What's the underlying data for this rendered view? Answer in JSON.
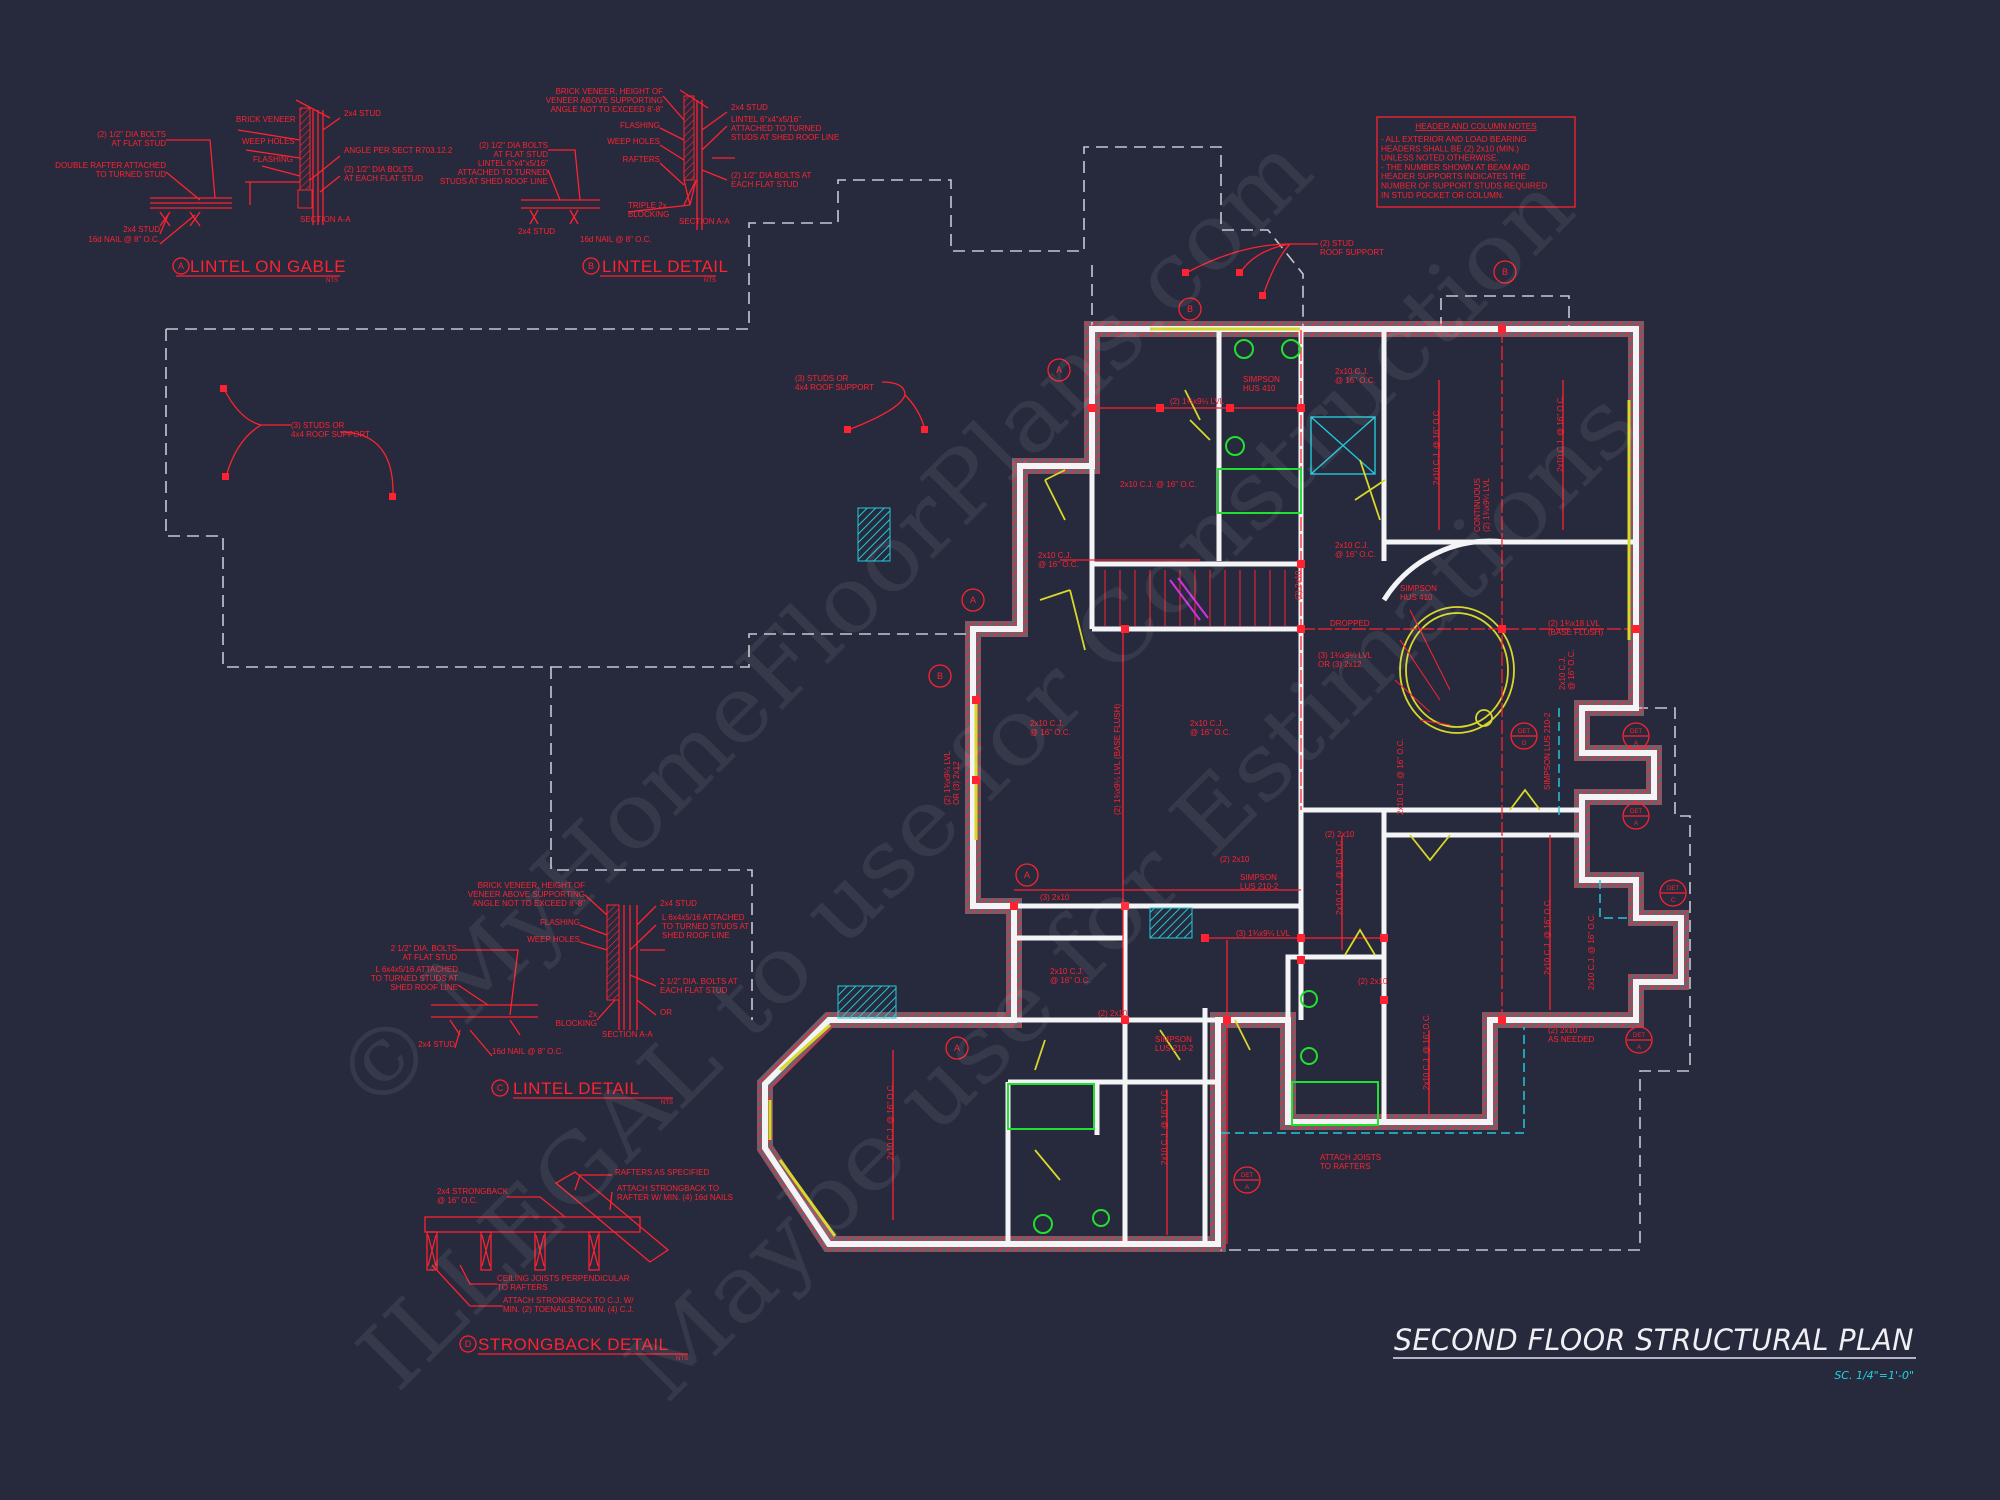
{
  "drawing": {
    "title": "SECOND FLOOR STRUCTURAL PLAN",
    "scale": "SC. 1/4\"=1'-0\""
  },
  "colors": {
    "background": "#262a3c",
    "annotation": "#ff2230",
    "wall": "#f4f4f6",
    "fixture": "#22e030",
    "door": "#d8d82a",
    "roof_outline": "#c8c8d2",
    "accent_cyan": "#22c8d8"
  },
  "header_notes": {
    "title": "HEADER AND COLUMN NOTES",
    "lines": [
      "- ALL EXTERIOR AND LOAD BEARING",
      "HEADERS SHALL BE (2) 2x10 (MIN.)",
      "UNLESS NOTED OTHERWISE.",
      "- THE NUMBER SHOWN AT BEAM AND",
      "HEADER SUPPORTS INDICATES THE",
      "NUMBER OF SUPPORT STUDS REQUIRED",
      "IN STUD POCKET OR COLUMN."
    ]
  },
  "details": [
    {
      "letter": "A",
      "title": "LINTEL ON GABLE",
      "scale": "NTS",
      "notes": [
        [
          "BRICK VENEER"
        ],
        [
          "WEEP HOLES"
        ],
        [
          "FLASHING"
        ],
        [
          "(2) 1/2\" DIA BOLTS",
          "AT FLAT STUD"
        ],
        [
          "DOUBLE RAFTER ATTACHED",
          "TO TURNED STUD"
        ],
        [
          "2x4 STUD"
        ],
        [
          "ANGLE PER SECT R703.12.2"
        ],
        [
          "(2) 1/2\" DIA BOLTS",
          "AT EACH FLAT STUD"
        ],
        [
          "2x4 STUD"
        ],
        [
          "16d NAIL @ 8\" O.C."
        ],
        [
          "SECTION A-A"
        ]
      ]
    },
    {
      "letter": "B",
      "title": "LINTEL DETAIL",
      "scale": "NTS",
      "notes": [
        [
          "BRICK VENEER, HEIGHT OF",
          "VENEER ABOVE SUPPORTING",
          "ANGLE NOT TO EXCEED 8'-8\""
        ],
        [
          "FLASHING"
        ],
        [
          "WEEP HOLES"
        ],
        [
          "RAFTERS"
        ],
        [
          "(2) 1/2\" DIA BOLTS",
          "AT FLAT STUD"
        ],
        [
          "LINTEL 6\"x4\"x5/16\"",
          "ATTACHED TO TURNED",
          "STUDS AT SHED ROOF LINE"
        ],
        [
          "2x4 STUD"
        ],
        [
          "LINTEL 6\"x4\"x5/16\"",
          "ATTACHED TO TURNED",
          "STUDS AT SHED ROOF LINE"
        ],
        [
          "(2) 1/2\" DIA BOLTS AT",
          "EACH FLAT STUD"
        ],
        [
          "TRIPLE 2x",
          "BLOCKING"
        ],
        [
          "2x4 STUD"
        ],
        [
          "16d NAIL @ 8\" O.C."
        ],
        [
          "SECTION A-A"
        ]
      ]
    },
    {
      "letter": "C",
      "title": "LINTEL DETAIL",
      "scale": "NTS",
      "notes": [
        [
          "BRICK VENEER, HEIGHT OF",
          "VENEER ABOVE SUPPORTING",
          "ANGLE NOT TO EXCEED 8'-8\""
        ],
        [
          "FLASHING"
        ],
        [
          "WEEP HOLES"
        ],
        [
          "2 1/2\" DIA. BOLTS",
          "AT FLAT STUD"
        ],
        [
          "L 6x4x5/16 ATTACHED",
          "TO TURNED STUDS AT",
          "SHED ROOF LINE"
        ],
        [
          "2x4 STUD"
        ],
        [
          "L 6x4x5/16 ATTACHED",
          "TO TURNED STUDS AT",
          "SHED ROOF LINE"
        ],
        [
          "2 1/2\" DIA. BOLTS AT",
          "EACH FLAT STUD"
        ],
        [
          "OR"
        ],
        [
          "2x",
          "BLOCKING"
        ],
        [
          "SECTION A-A"
        ],
        [
          "2x4 STUD"
        ],
        [
          "16d NAIL @ 8\" O.C."
        ]
      ]
    },
    {
      "letter": "D",
      "title": "STRONGBACK DETAIL",
      "scale": "NTS",
      "notes": [
        [
          "2x4 STRONGBACK",
          "@ 16\" O.C."
        ],
        [
          "RAFTERS AS SPECIFIED"
        ],
        [
          "ATTACH STRONGBACK TO",
          "RAFTER W/ MIN. (4) 16d NAILS"
        ],
        [
          "CEILING JOISTS PERPENDICULAR",
          "TO RAFTERS"
        ],
        [
          "ATTACH STRONGBACK TO C.J. W/",
          "MIN. (2) TOENAILS TO MIN. (4) C.J."
        ]
      ]
    }
  ],
  "roof_supports": [
    [
      "(3) STUDS OR",
      "4x4 ROOF SUPPORT"
    ],
    [
      "(3) STUDS OR",
      "4x4 ROOF SUPPORT"
    ],
    [
      "(2) STUD",
      "ROOF SUPPORT"
    ]
  ],
  "section_markers": [
    "A",
    "B",
    "B",
    "A",
    "B",
    "A",
    "A"
  ],
  "detail_markers": [
    {
      "top": "DET",
      "letter": "D"
    },
    {
      "top": "DET",
      "letter": "A"
    },
    {
      "top": "DET",
      "letter": "A"
    },
    {
      "top": "DET",
      "letter": "C"
    },
    {
      "top": "DET",
      "letter": "A"
    },
    {
      "top": "DET",
      "letter": "A"
    }
  ],
  "plan_labels": [
    [
      "SIMPSON",
      "HUS 410"
    ],
    [
      "(2) 1¾x9¼ LVL"
    ],
    [
      "2x10 C.J.",
      "@ 16\" O.C."
    ],
    [
      "2x10 C.J. @ 16\" O.C."
    ],
    [
      "2x10 C.J.",
      "@ 16\" O.C."
    ],
    [
      "2x10 C.J.",
      "@ 16\" O.C."
    ],
    [
      "2x10 C.J. @ 16\" O.C."
    ],
    [
      "CONTINUOUS",
      "(2) 1¾x9¼ LVL"
    ],
    [
      "2x10 C.J. @ 16\" O.C."
    ],
    [
      "SIMPSON",
      "HUS 410"
    ],
    [
      "(2) 2x10"
    ],
    [
      "DROPPED"
    ],
    [
      "(2) 1¾x18 LVL",
      "(BASE FLUSH)"
    ],
    [
      "(3) 1¾x9¼ LVL",
      "OR (3) 2x12"
    ],
    [
      "2x10 C.J.",
      "@ 16\" O.C."
    ],
    [
      "2x10 C.J.",
      "@ 16\" O.C."
    ],
    [
      "2x10 C.J.",
      "@ 16\" O.C."
    ],
    [
      "(2) 1¾x9¼ LVL",
      "OR (3) 2x12"
    ],
    [
      "(2) 1¾x9¼ LVL (BASE FLUSH)"
    ],
    [
      "2x10 C.J. @ 16\" O.C."
    ],
    [
      "(2) 2x10"
    ],
    [
      "(2) 2x10"
    ],
    [
      "SIMPSON",
      "LUS 210-2"
    ],
    [
      "(3) 2x10"
    ],
    [
      "2x10 C.J.",
      "@ 16\" O.C."
    ],
    [
      "(3) 1¾x9¼ LVL"
    ],
    [
      "(2) 2x10"
    ],
    [
      "(2) 2x10"
    ],
    [
      "SIMPSON",
      "LUS 210-2"
    ],
    [
      "(2) 2x10",
      "AS NEEDED"
    ],
    [
      "ATTACH JOISTS",
      "TO RAFTERS"
    ],
    [
      "2x10 C.J. @ 16\" O.C."
    ],
    [
      "2x10 C.J. @ 16\" O.C."
    ],
    [
      "2x10 C.J. @ 16\" O.C."
    ],
    [
      "2x10 C.J. @ 16\" O.C."
    ],
    [
      "2x10 C.J. @ 16\" O.C."
    ],
    [
      "2x10 C.J. @ 16\" O.C."
    ],
    [
      "SIMPSON LUS 210-2"
    ]
  ],
  "watermark": [
    "© MyHomeFloorPlans.com",
    "ILLEGAL to use for Construction",
    "Maybe use for Estimations"
  ]
}
